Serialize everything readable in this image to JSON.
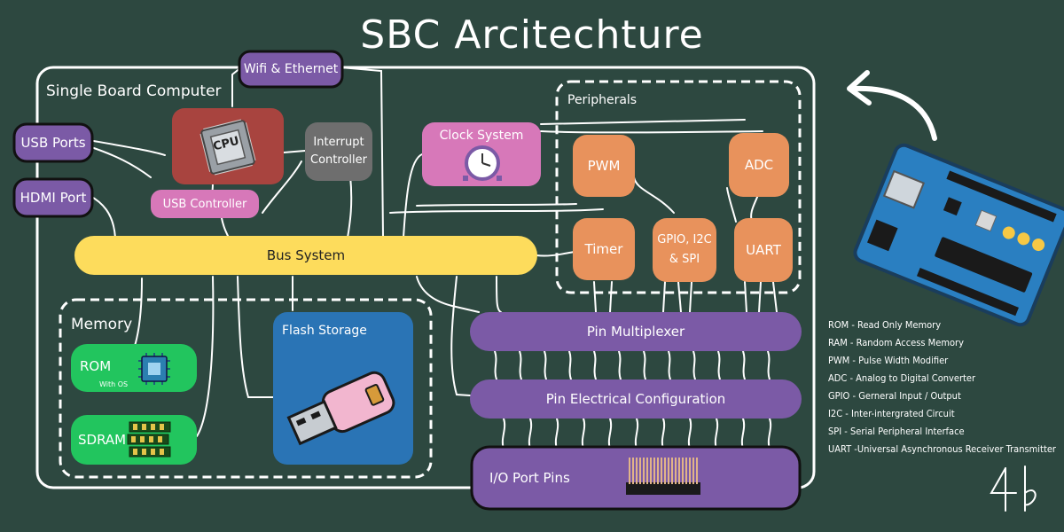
{
  "title": "SBC Arcitechture",
  "board_label": "Single Board Computer",
  "wifi": "Wifi & Ethernet",
  "usb_ports": "USB Ports",
  "hdmi_port": "HDMI Port",
  "cpu_chip_text": "CPU",
  "interrupt_controller": [
    "Interrupt",
    "Controller"
  ],
  "usb_controller": "USB Controller",
  "clock_system": "Clock System",
  "peripherals_label": "Peripherals",
  "pwm": "PWM",
  "adc": "ADC",
  "timer": "Timer",
  "gpio": [
    "GPIO, I2C",
    "& SPI"
  ],
  "uart": "UART",
  "bus_system": "Bus System",
  "memory_label": "Memory",
  "rom": "ROM",
  "rom_sub": "With OS",
  "sdram": "SDRAM",
  "flash_storage": "Flash Storage",
  "pin_multiplexer": "Pin Multiplexer",
  "pin_electrical": "Pin Electrical Configuration",
  "io_port_pins": "I/O Port Pins",
  "legend": [
    "ROM - Read Only Memory",
    "RAM - Random Access Memory",
    "PWM - Pulse Width Modifier",
    "ADC - Analog to Digital Converter",
    "GPIO - Gerneral Input / Output",
    "I2C - Inter-intergrated Circuit",
    "SPI - Serial Peripheral Interface",
    "UART -Universal Asynchronous Receiver Transmitter"
  ],
  "colors": {
    "background": "#2d4840",
    "purple": "#7b5aa6",
    "pink": "#d778b9",
    "orange": "#e8925c",
    "yellow": "#fddc5c",
    "green": "#22c55e",
    "blue": "#2a74b5",
    "cpu_red": "#a8443f",
    "gray": "#6e6e6e"
  }
}
